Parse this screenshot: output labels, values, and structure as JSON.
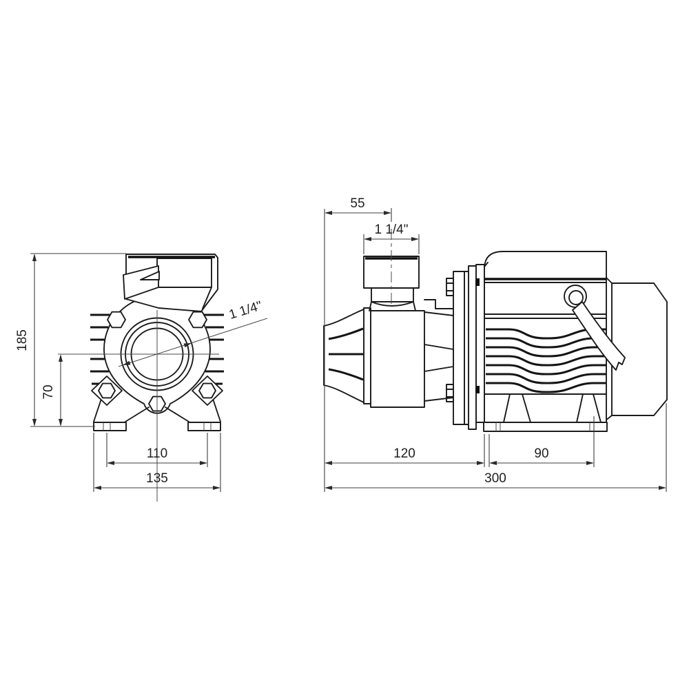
{
  "drawing": {
    "type": "pump-dimensional-drawing",
    "line_color": "#1b1b1b",
    "views": {
      "front": {
        "overall_height": "185",
        "axis_height": "70",
        "foot_hole_span": "110",
        "foot_width": "135",
        "port_thread": "1 1/4\""
      },
      "side": {
        "inlet_offset": "55",
        "inlet_thread": "1 1/4\"",
        "head_length": "120",
        "foot_span": "90",
        "overall_length": "300"
      }
    }
  }
}
